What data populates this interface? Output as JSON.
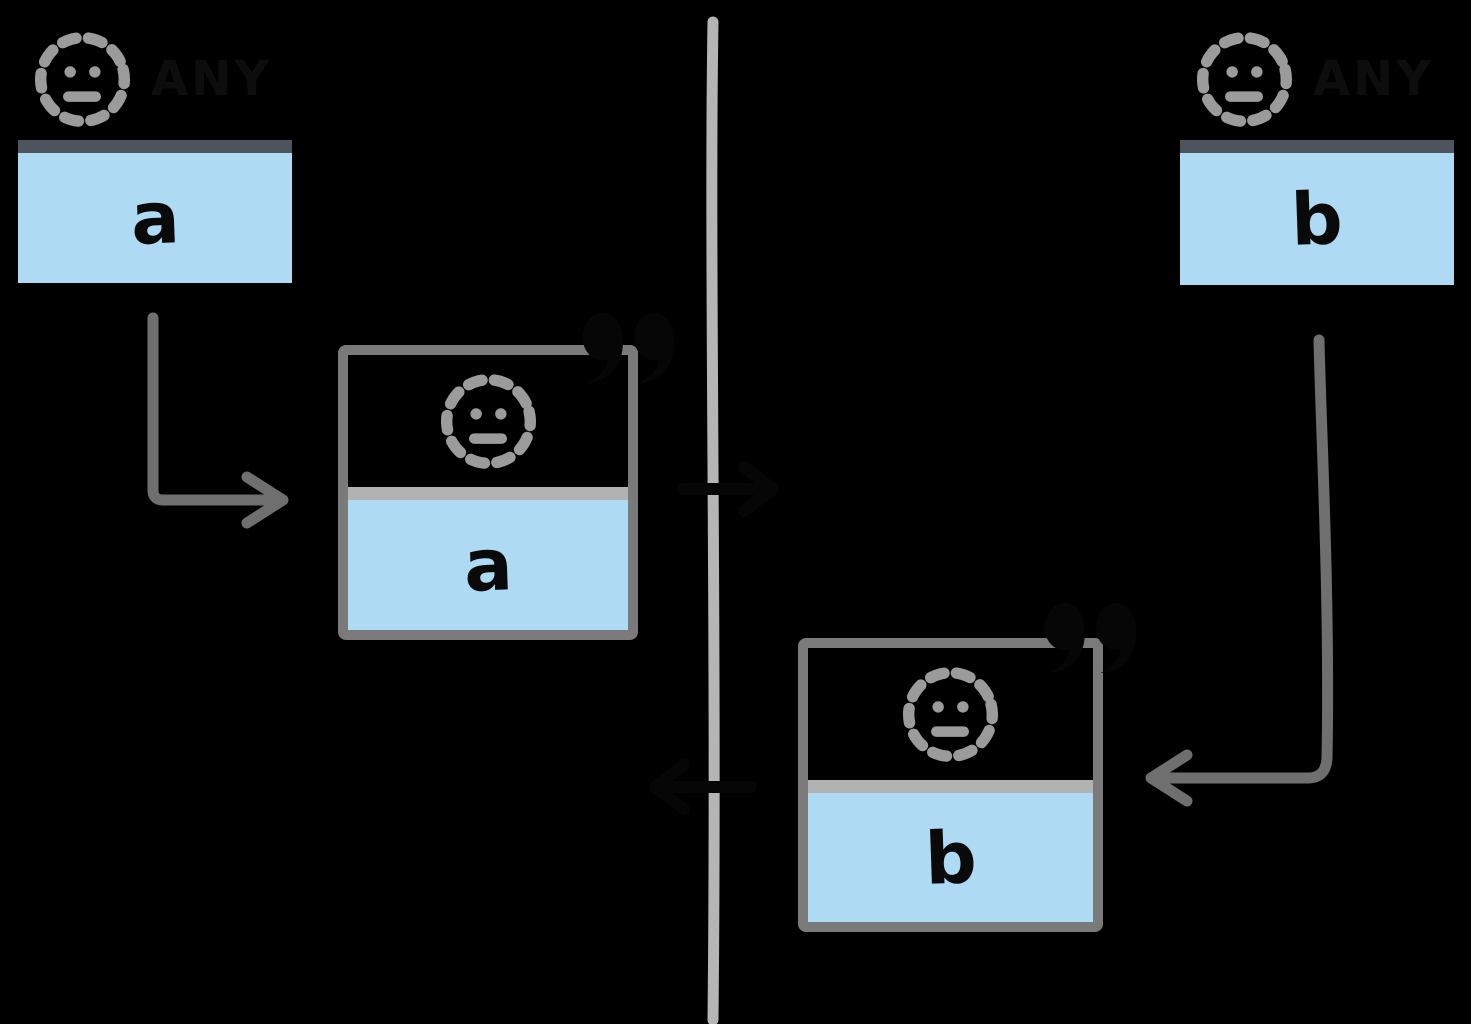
{
  "diagram": {
    "background": "#000000",
    "colors": {
      "card_fill": "#afdaf3",
      "top_card_divider": "#4e545e",
      "mid_card_divider": "#b2b2b2",
      "mid_card_border": "#7a7a7a",
      "center_line": "#b5b5b5",
      "arrow_gray": "#6f6f6f",
      "arrow_black": "#060606",
      "icon_gray": "#9b9b9b",
      "ink": "#0a0a0a"
    },
    "cards": {
      "top_left": {
        "badge": "ANY",
        "label": "a",
        "icon": "dashed-smiley-icon"
      },
      "top_right": {
        "badge": "ANY",
        "label": "b",
        "icon": "dashed-smiley-icon"
      },
      "mid_left": {
        "label": "a",
        "icon": "dashed-smiley-icon",
        "quote_mark": "”"
      },
      "mid_right": {
        "label": "b",
        "icon": "dashed-smiley-icon",
        "quote_mark": "”"
      }
    },
    "arrows": [
      {
        "name": "arrow-a-down-right",
        "color": "gray",
        "from": "card-top-left",
        "to": "card-mid-left"
      },
      {
        "name": "arrow-b-down-left",
        "color": "gray",
        "from": "card-top-right",
        "to": "card-mid-right"
      },
      {
        "name": "arrow-a-cross-right",
        "color": "black",
        "from": "card-mid-left",
        "to": "divider-right"
      },
      {
        "name": "arrow-b-cross-left",
        "color": "black",
        "from": "card-mid-right",
        "to": "divider-left"
      }
    ]
  }
}
